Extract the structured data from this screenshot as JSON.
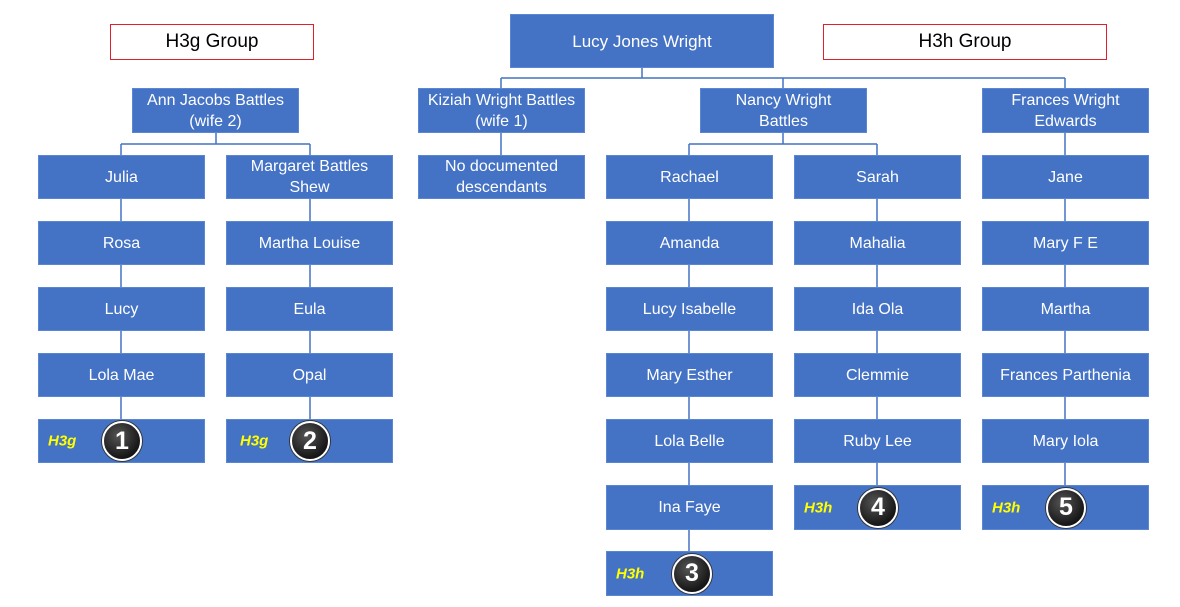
{
  "headers": {
    "h3g": "H3g Group",
    "h3h": "H3h Group"
  },
  "root": "Lucy Jones Wright",
  "ann": {
    "line1": "Ann Jacobs Battles",
    "line2": "(wife 2)"
  },
  "kiziah": {
    "line1": "Kiziah Wright Battles",
    "line2": "(wife 1)"
  },
  "nancy": {
    "line1": "Nancy Wright",
    "line2": "Battles"
  },
  "frances": {
    "line1": "Frances Wright",
    "line2": "Edwards"
  },
  "margaret": {
    "line1": "Margaret Battles",
    "line2": "Shew"
  },
  "no_desc": {
    "line1": "No documented",
    "line2": "descendants"
  },
  "julia_line": [
    "Julia",
    "Rosa",
    "Lucy",
    "Lola Mae"
  ],
  "margaret_line": [
    "Martha Louise",
    "Eula",
    "Opal"
  ],
  "rachael_line": [
    "Rachael",
    "Amanda",
    "Lucy Isabelle",
    "Mary Esther",
    "Lola Belle",
    "Ina Faye"
  ],
  "sarah_line": [
    "Sarah",
    "Mahalia",
    "Ida Ola",
    "Clemmie",
    "Ruby Lee"
  ],
  "jane_line": [
    "Jane",
    "Mary F E",
    "Martha",
    "Frances Parthenia",
    "Mary Iola"
  ],
  "leaves": [
    {
      "tag": "H3g",
      "num": "1"
    },
    {
      "tag": "H3g",
      "num": "2"
    },
    {
      "tag": "H3h",
      "num": "3"
    },
    {
      "tag": "H3h",
      "num": "4"
    },
    {
      "tag": "H3h",
      "num": "5"
    }
  ],
  "colors": {
    "box": "#4472c4",
    "connector": "#4472c4",
    "tag": "#ffff00",
    "header_border": "#e0212b"
  }
}
